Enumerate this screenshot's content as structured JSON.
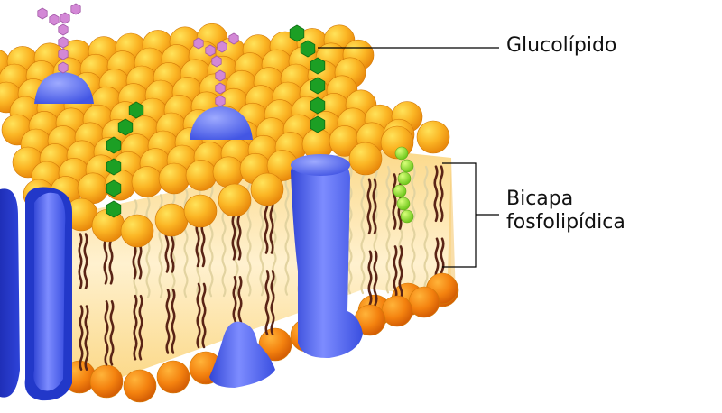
{
  "labels": {
    "glycolipid": "Glucolípido",
    "bilayer_line1": "Bicapa",
    "bilayer_line2": "fosfolipídica"
  },
  "colors": {
    "phospholipid_head": "#f7a21b",
    "phospholipid_head_light": "#ffd84a",
    "lower_head": "#f07d10",
    "tail_dark": "#5a2416",
    "tail_light": "#e8d9a6",
    "membrane_core": "#fbe3a4",
    "protein": "#4f63e8",
    "protein_light": "#8d9bff",
    "glycolipid_sugar": "#1f9e28",
    "cholesterol": "#8fe22f",
    "glycoprotein_sugar": "#cc7ad0",
    "callout_line": "#000000"
  },
  "icons": [
    "phospholipid-bilayer",
    "integral-protein",
    "glycolipid-chain",
    "glycoprotein-chain",
    "cholesterol"
  ]
}
